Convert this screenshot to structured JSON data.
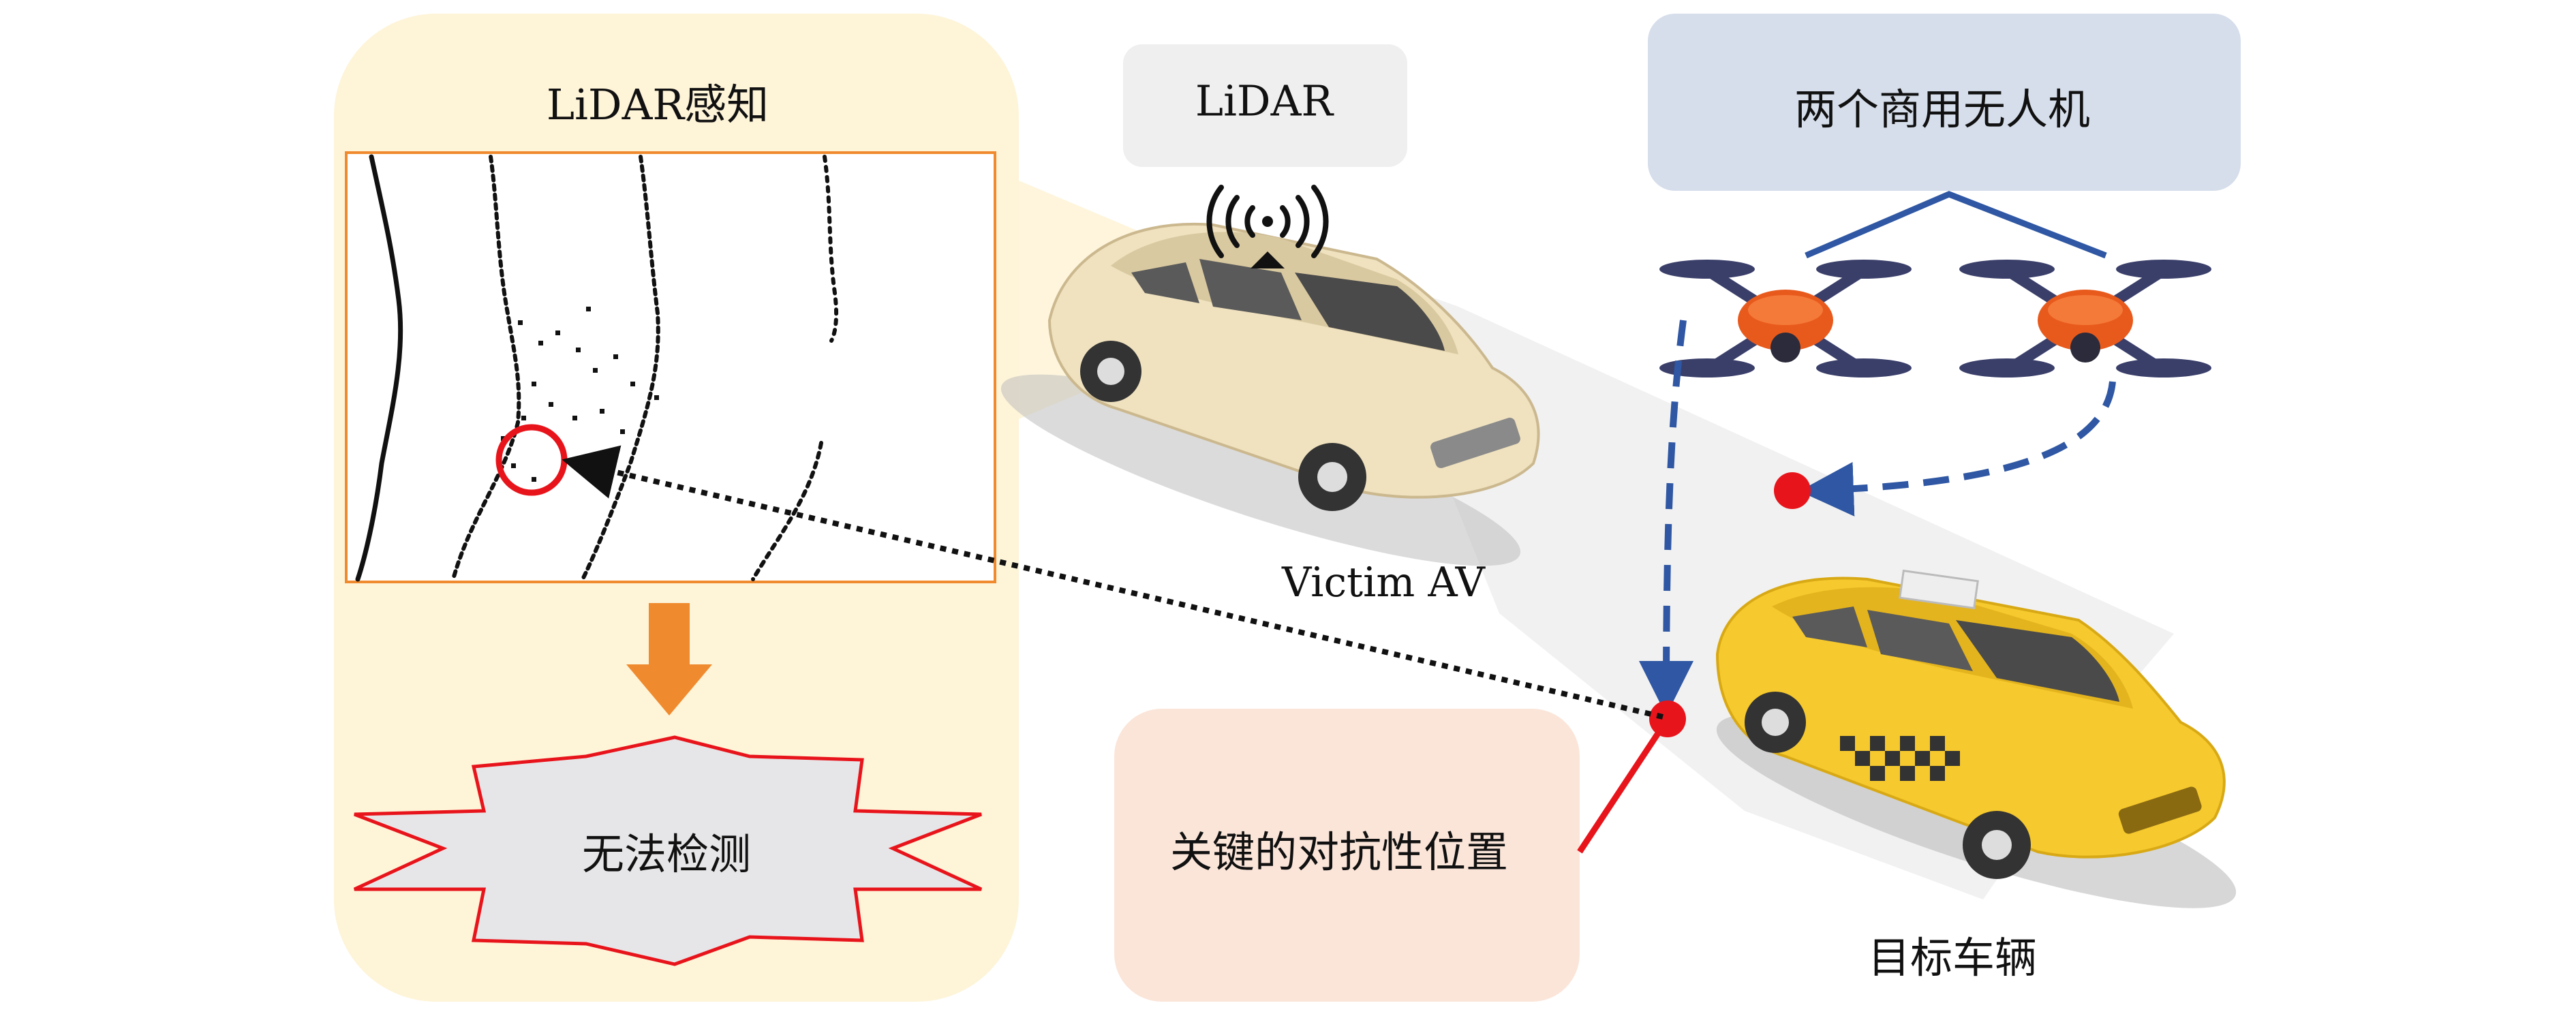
{
  "labels": {
    "lidar_perception": "LiDAR感知",
    "lidar": "LiDAR",
    "drones": "两个商用无人机",
    "victim": "Victim AV",
    "undetected": "无法检测",
    "critical_position": "关键的对抗性位置",
    "target_vehicle": "目标车辆"
  },
  "colors": {
    "panel_bg": "#FEF4D8",
    "lidar_box": "#EFEFEF",
    "drones_box": "#D6DEEB",
    "critical_box": "#FBE5D9",
    "orange": "#F08A2E",
    "red": "#E8141B",
    "blue": "#2F57A3",
    "burst_fill": "#E6E6E8",
    "taxi_yellow": "#F6C92E",
    "victim_beige": "#F0E2BF"
  },
  "icons": [
    "signal-icon",
    "drone-icon",
    "car-icon",
    "taxi-icon",
    "down-arrow-icon",
    "burst-shape"
  ]
}
